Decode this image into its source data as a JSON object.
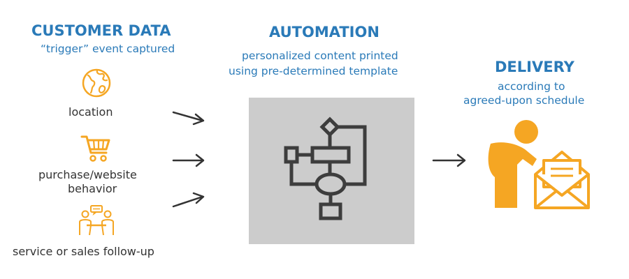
{
  "customer_data": {
    "title": "CUSTOMER DATA",
    "subtitle": "“trigger” event captured",
    "items": [
      {
        "label": "location",
        "icon": "globe-icon"
      },
      {
        "label": "purchase/website",
        "label2": "behavior",
        "icon": "shopping-cart-icon"
      },
      {
        "label": "service or sales follow-up",
        "icon": "meeting-icon"
      }
    ]
  },
  "automation": {
    "title": "AUTOMATION",
    "subtitle_line1": "personalized content printed",
    "subtitle_line2": "using pre-determined template",
    "icon": "flowchart-icon"
  },
  "delivery": {
    "title": "DELIVERY",
    "subtitle_line1": "according to",
    "subtitle_line2": "agreed-upon schedule",
    "icon": "mail-delivery-person-icon"
  },
  "colors": {
    "heading_blue": "#2a7ab8",
    "icon_orange": "#f5a623",
    "text_dark": "#333333",
    "panel_gray": "#cccccc",
    "flowchart_dark": "#3d3d3d"
  }
}
